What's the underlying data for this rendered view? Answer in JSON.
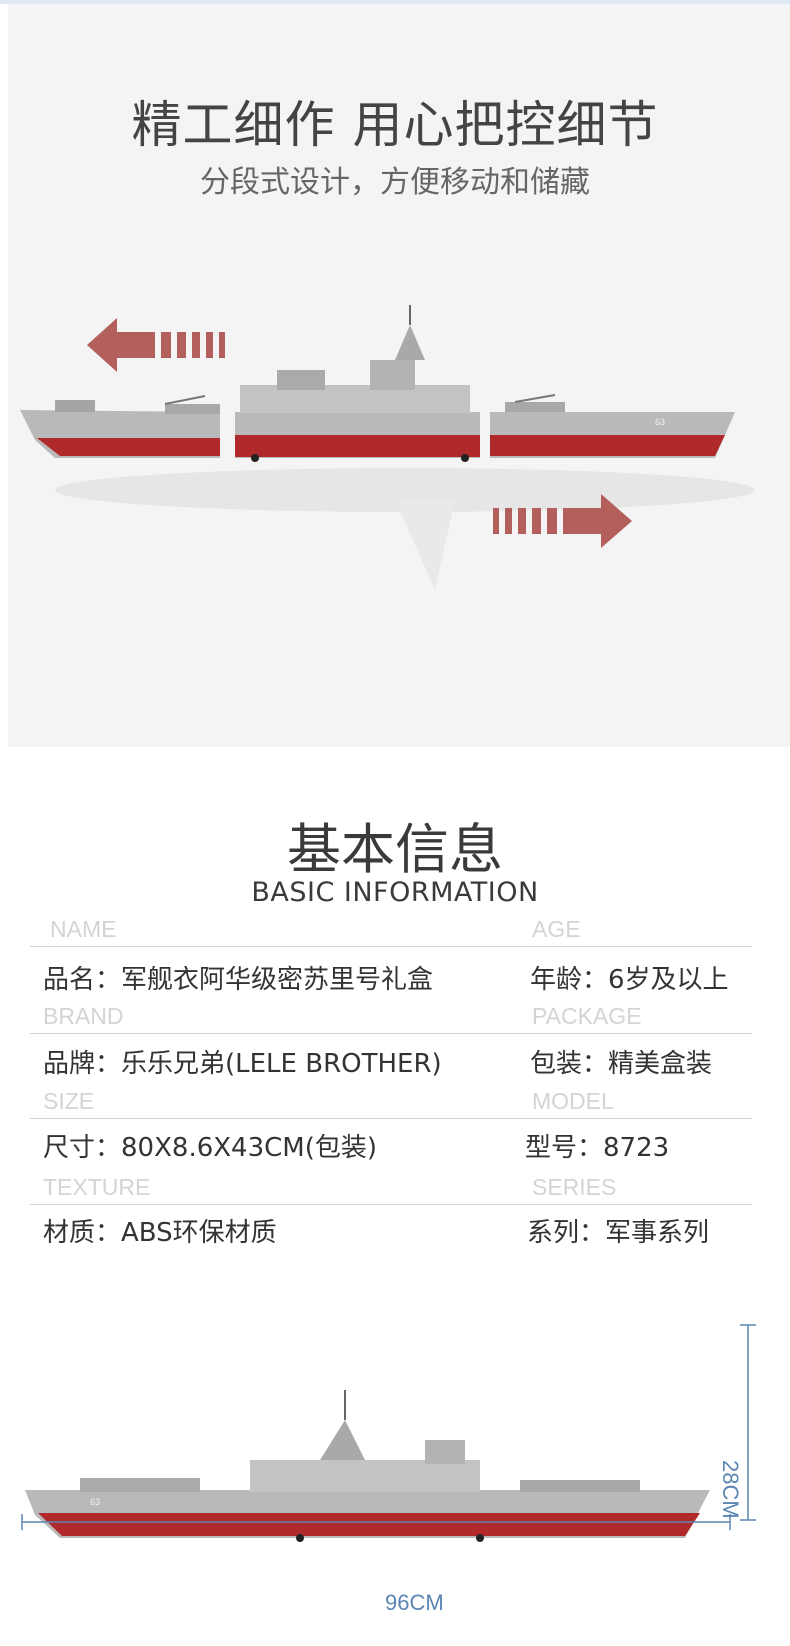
{
  "hero": {
    "title": "精工细作 用心把控细节",
    "subtitle": "分段式设计，方便移动和储藏"
  },
  "info": {
    "title": "基本信息",
    "subtitle": "BASIC INFORMATION",
    "rows": [
      {
        "left_label": "NAME",
        "left_value": "品名：军舰衣阿华级密苏里号礼盒",
        "right_label": "AGE",
        "right_value": "年龄：6岁及以上"
      },
      {
        "left_label": "BRAND",
        "left_value": "品牌：乐乐兄弟(LELE BROTHER)",
        "right_label": "PACKAGE",
        "right_value": "包装：精美盒装"
      },
      {
        "left_label": "SIZE",
        "left_value": "尺寸：80X8.6X43CM(包装)",
        "right_label": "MODEL",
        "right_value": "型号：8723"
      },
      {
        "left_label": "TEXTURE",
        "left_value": "材质：ABS环保材质",
        "right_label": "SERIES",
        "right_value": "系列：军事系列"
      }
    ]
  },
  "dimensions": {
    "height": "28CM",
    "width": "96CM"
  },
  "ship_hull_number": "63",
  "colors": {
    "hull_red": "#b02a2c",
    "deck_gray": "#b9b9b9",
    "arrow": "#b3605c",
    "dimension": "#5b86b3"
  }
}
